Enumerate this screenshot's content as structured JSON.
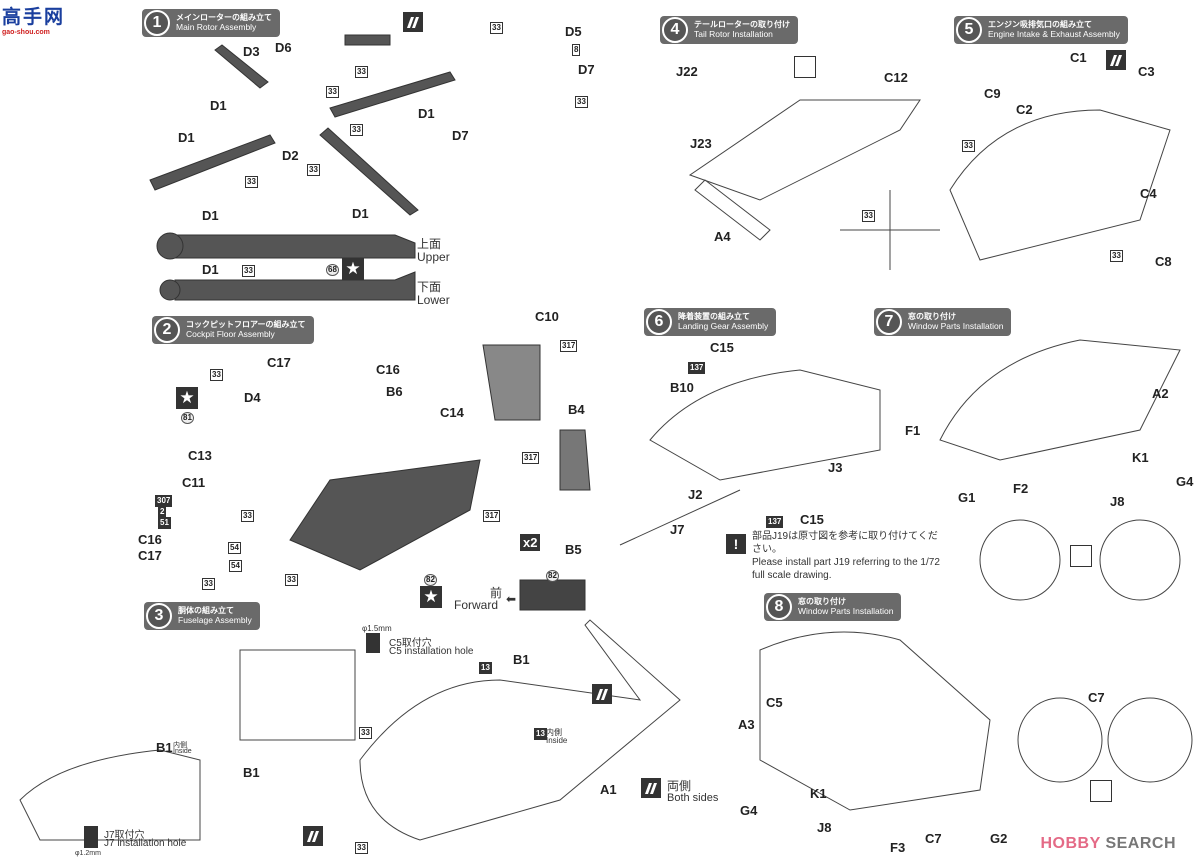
{
  "watermark": {
    "site_title": "高手网",
    "site_url": "gao-shou.com",
    "brand_left": "HOBBY",
    "brand_right": "SEARCH"
  },
  "steps": [
    {
      "number": "1",
      "jp": "メインローターの組み立て",
      "en": "Main Rotor Assembly"
    },
    {
      "number": "2",
      "jp": "コックピットフロアーの組み立て",
      "en": "Cockpit Floor Assembly"
    },
    {
      "number": "3",
      "jp": "胴体の組み立て",
      "en": "Fuselage Assembly"
    },
    {
      "number": "4",
      "jp": "テールローターの取り付け",
      "en": "Tail Rotor Installation"
    },
    {
      "number": "5",
      "jp": "エンジン吸排気口の組み立て",
      "en": "Engine Intake & Exhaust Assembly"
    },
    {
      "number": "6",
      "jp": "降着装置の組み立て",
      "en": "Landing Gear Assembly"
    },
    {
      "number": "7",
      "jp": "窓の取り付け",
      "en": "Window Parts Installation"
    },
    {
      "number": "8",
      "jp": "窓の取り付け",
      "en": "Window Parts Installation"
    }
  ],
  "step1": {
    "parts": [
      "D3",
      "D6",
      "D1",
      "D1",
      "D1",
      "D2",
      "D1",
      "D1",
      "D1",
      "D5",
      "D7",
      "D7"
    ],
    "paint_codes": [
      "33",
      "33",
      "33",
      "33",
      "33",
      "33",
      "33",
      "8",
      "33",
      "68"
    ],
    "upper_jp": "上面",
    "upper_en": "Upper",
    "lower_jp": "下面",
    "lower_en": "Lower"
  },
  "step2": {
    "parts": [
      "C17",
      "C16",
      "B6",
      "D4",
      "C14",
      "C13",
      "C11",
      "C16",
      "C17",
      "C10",
      "B4",
      "B5"
    ],
    "paint_codes": [
      "81",
      "33",
      "33",
      "307",
      "2",
      "51",
      "54",
      "54",
      "33",
      "33",
      "317",
      "317",
      "317",
      "82",
      "82"
    ],
    "multiplier": "x2",
    "forward_jp": "前",
    "forward_en": "Forward"
  },
  "step3": {
    "parts": [
      "B1",
      "B1",
      "B1",
      "A1"
    ],
    "c5_diameter": "φ1.5mm",
    "c5_jp": "C5取付穴",
    "c5_en": "C5 installation hole",
    "j7_diameter": "φ1.2mm",
    "j7_jp": "J7取付穴",
    "j7_en": "J7 installation hole",
    "inside_jp": "内側",
    "inside_en": "Inside",
    "both_sides_jp": "両側",
    "both_sides_en": "Both sides",
    "paint_codes": [
      "13",
      "13",
      "33",
      "33"
    ]
  },
  "step4": {
    "parts": [
      "J22",
      "J23",
      "C12",
      "A4"
    ],
    "paint_codes": [
      "33"
    ]
  },
  "step5": {
    "parts": [
      "C1",
      "C3",
      "C9",
      "C2",
      "C4",
      "C8"
    ],
    "paint_codes": [
      "33",
      "33"
    ]
  },
  "step6": {
    "parts": [
      "C15",
      "B10",
      "J3",
      "J2",
      "J7",
      "C15"
    ],
    "paint_codes": [
      "137",
      "137"
    ],
    "note_jp": "部品J19は原寸図を参考に取り付けてください。",
    "note_en": "Please install part J19 referring to the 1/72 full scale drawing."
  },
  "step7": {
    "parts": [
      "A2",
      "F1",
      "K1",
      "G4",
      "G1",
      "F2",
      "J8"
    ]
  },
  "step8": {
    "parts": [
      "C5",
      "A3",
      "C7",
      "G4",
      "K1",
      "J8",
      "F3",
      "C7",
      "G2"
    ]
  }
}
